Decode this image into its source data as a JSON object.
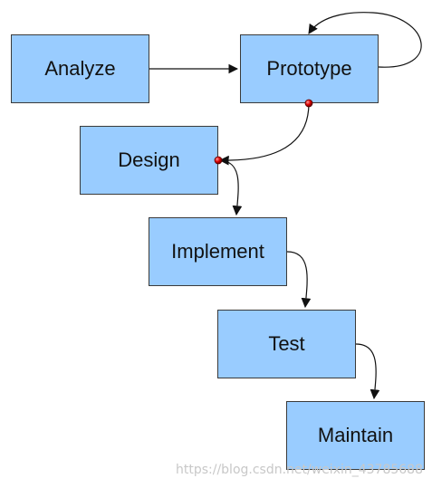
{
  "diagram": {
    "nodes": {
      "analyze": "Analyze",
      "prototype": "Prototype",
      "design": "Design",
      "implement": "Implement",
      "test": "Test",
      "maintain": "Maintain"
    },
    "edges": [
      {
        "from": "analyze",
        "to": "prototype"
      },
      {
        "from": "prototype",
        "to": "prototype"
      },
      {
        "from": "prototype",
        "to": "design"
      },
      {
        "from": "design",
        "to": "implement"
      },
      {
        "from": "implement",
        "to": "test"
      },
      {
        "from": "test",
        "to": "maintain"
      }
    ],
    "colors": {
      "box_fill": "#99ccff",
      "box_border": "#3a3a3a",
      "edge": "#111111",
      "connector_dot": "#cc0000"
    }
  },
  "watermark": "https://blog.csdn.net/weixin_43785688"
}
